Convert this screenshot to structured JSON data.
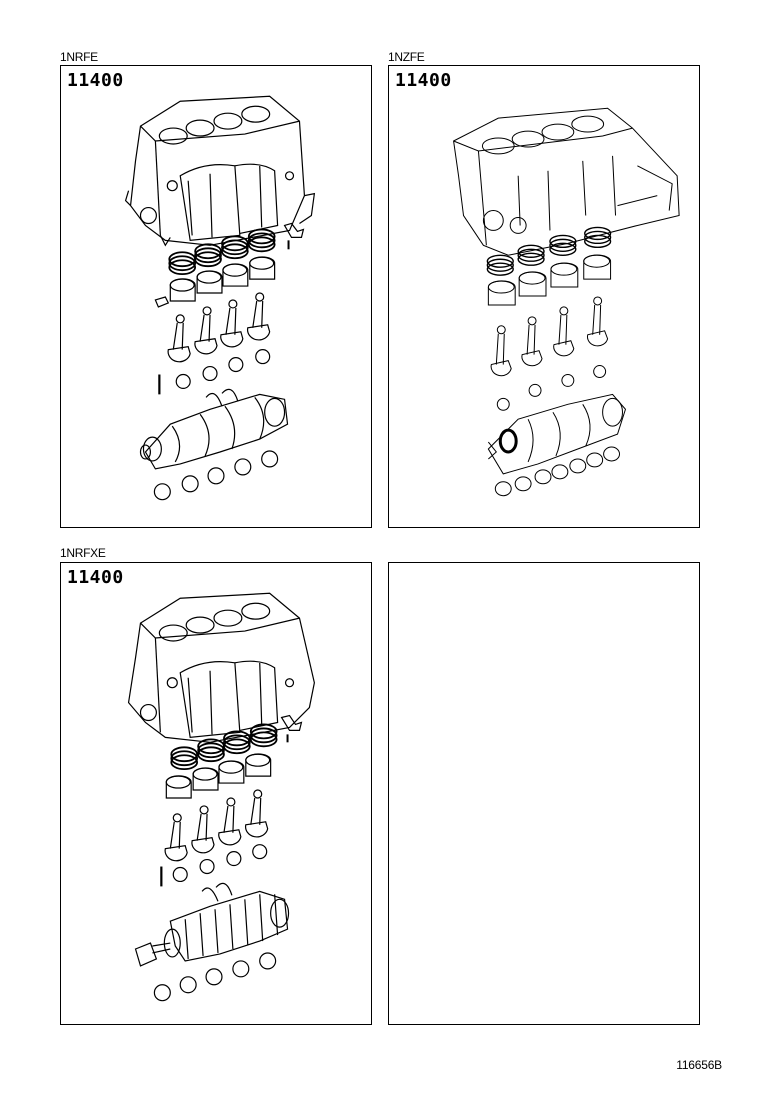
{
  "page": {
    "document_id": "116656B"
  },
  "panels": [
    {
      "variant": "1NRFE",
      "part_number": "11400",
      "illustration": "short-block-engine-exploded-view",
      "components": [
        "cylinder-block",
        "piston-rings",
        "pistons",
        "piston-pin",
        "connecting-rods",
        "rod-bearings",
        "thrust-washers",
        "crankshaft",
        "main-bearings",
        "bolt"
      ]
    },
    {
      "variant": "1NZFE",
      "part_number": "11400",
      "illustration": "short-block-engine-exploded-view",
      "components": [
        "cylinder-block",
        "piston-rings",
        "pistons",
        "connecting-rods",
        "rod-bearings",
        "crankshaft",
        "main-bearings"
      ]
    },
    {
      "variant": "1NRFXE",
      "part_number": "11400",
      "illustration": "short-block-engine-exploded-view",
      "components": [
        "cylinder-block",
        "piston-rings",
        "pistons",
        "connecting-rods",
        "rod-bearings",
        "thrust-washers",
        "crankshaft",
        "crankshaft-sprocket",
        "main-bearings",
        "bolt"
      ]
    },
    {
      "variant": "",
      "part_number": "",
      "illustration": "empty"
    }
  ],
  "colors": {
    "line": "#000000",
    "background": "#ffffff"
  }
}
